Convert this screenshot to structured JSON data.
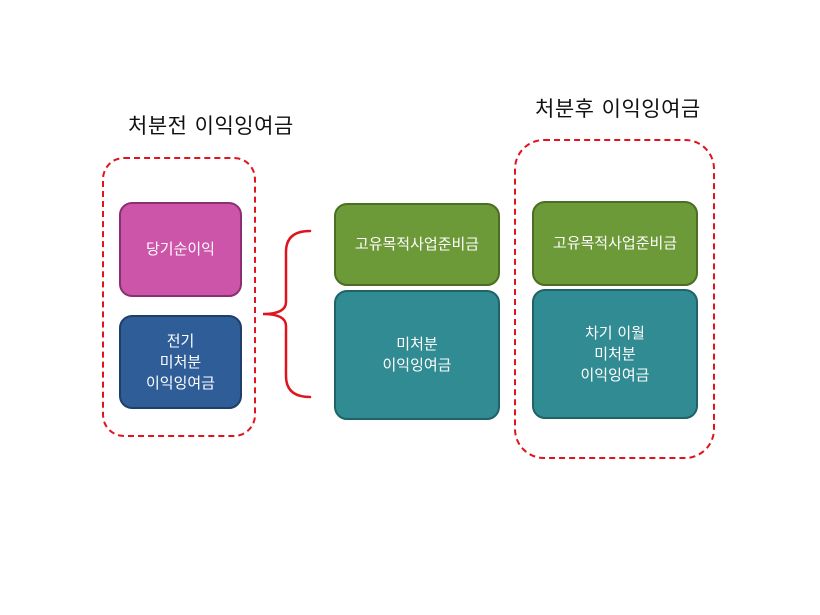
{
  "diagram": {
    "headings": {
      "before": "처분전 이익잉여금",
      "after": "처분후 이익잉여금"
    },
    "before_group": {
      "net_income": "당기순이익",
      "prior_unappropriated": "전기\n미처분\n이익잉여금"
    },
    "middle": {
      "reserve": "고유목적사업준비금",
      "unappropriated": "미처분\n이익잉여금"
    },
    "after_group": {
      "reserve": "고유목적사업준비금",
      "carried_forward": "차기 이월\n미처분\n이익잉여금"
    },
    "colors": {
      "dashed_outline": "#e0141e",
      "brace": "#e0141e",
      "net_income_fill": "#cc55aa",
      "prior_fill": "#2e5d97",
      "reserve_fill": "#6d9a38",
      "unappropriated_fill": "#318b93"
    }
  }
}
